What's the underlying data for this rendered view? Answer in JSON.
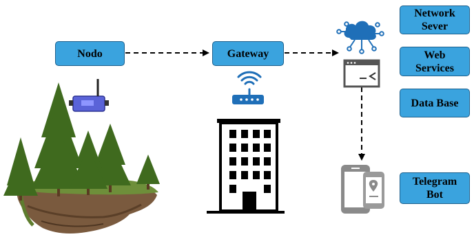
{
  "boxes": {
    "nodo": "Nodo",
    "gateway": "Gateway",
    "network_server": {
      "line1": "Network",
      "line2": "Sever"
    },
    "web_services": {
      "line1": "Web",
      "line2": "Services"
    },
    "data_base": "Data Base",
    "telegram_bot": {
      "line1": "Telegram",
      "line2": "Bot"
    }
  },
  "colors": {
    "box_fill": "#3aa3de",
    "box_border": "#1c5f8c",
    "arrow": "#000000",
    "icon_blue": "#1f6fb8",
    "device_gray": "#8a8a8a"
  },
  "icons": [
    "forest-island-illustration",
    "sensor-node-icon",
    "wifi-router-icon",
    "office-building-icon",
    "cloud-network-icon",
    "terminal-window-icon",
    "smartphone-icon",
    "map-phone-icon"
  ]
}
